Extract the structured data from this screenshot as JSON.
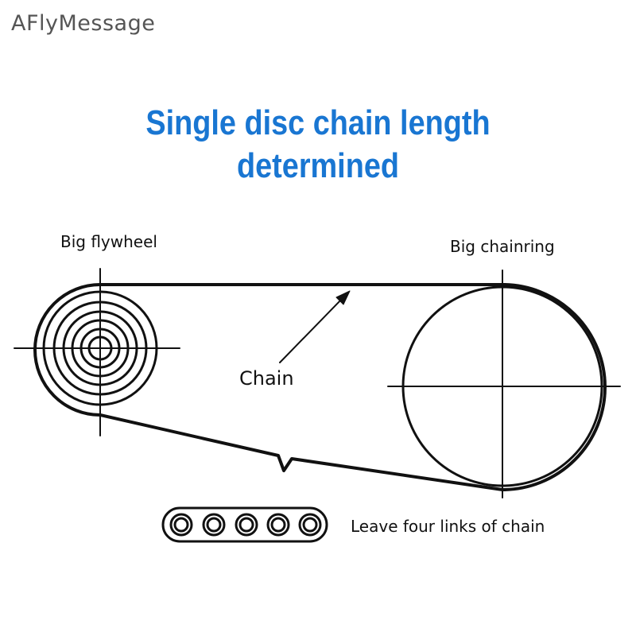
{
  "watermark": "AFlyMessage",
  "title": {
    "line1": "Single disc chain length",
    "line2": "determined",
    "color": "#1976D2"
  },
  "labels": {
    "flywheel": "Big flywheel",
    "chainring": "Big chainring",
    "chain": "Chain",
    "links_note": "Leave four links of chain"
  },
  "colors": {
    "line": "#111111",
    "background": "#ffffff"
  }
}
